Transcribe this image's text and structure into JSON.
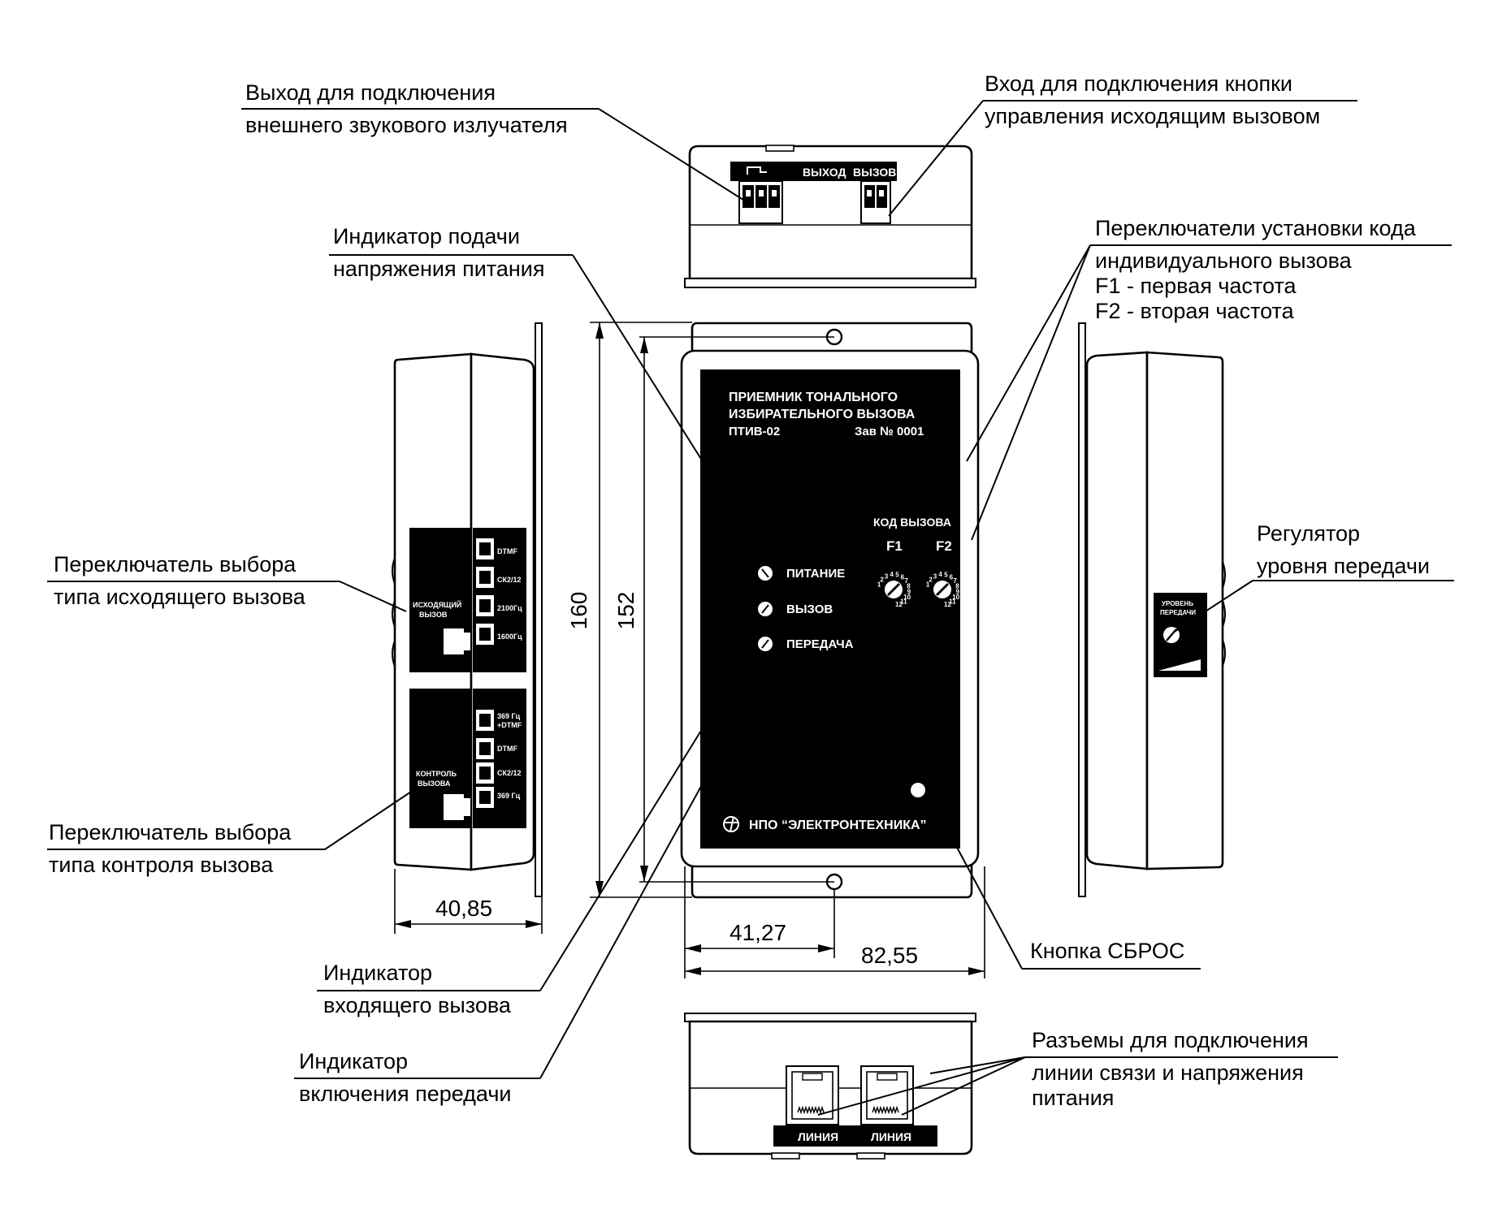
{
  "callouts": {
    "output_line1": "Выход для подключения",
    "output_line2": "внешнего звукового излучателя",
    "input_line1": "Вход для подключения кнопки",
    "input_line2": "управления исходящим вызовом",
    "power_ind_line1": "Индикатор подачи",
    "power_ind_line2": "напряжения питания",
    "code_sw_line1": "Переключатели установки кода",
    "code_sw_line2": "индивидуального вызова",
    "code_sw_line3": "F1 - первая частота",
    "code_sw_line4": "F2 - вторая частота",
    "out_type_line1": "Переключатель выбора",
    "out_type_line2": "типа исходящего вызова",
    "level_line1": "Регулятор",
    "level_line2": "уровня передачи",
    "ctrl_type_line1": "Переключатель выбора",
    "ctrl_type_line2": "типа контроля вызова",
    "reset": "Кнопка СБРОС",
    "in_ind_line1": "Индикатор",
    "in_ind_line2": "входящего вызова",
    "tx_ind_line1": "Индикатор",
    "tx_ind_line2": "включения передачи",
    "jacks_line1": "Разъемы для подключения",
    "jacks_line2": "линии связи и напряжения",
    "jacks_line3": "питания"
  },
  "dimensions": {
    "height_outer": "160",
    "height_inner": "152",
    "side_width": "40,85",
    "half_width": "41,27",
    "full_width": "82,55"
  },
  "front_panel": {
    "title1": "ПРИЕМНИК  ТОНАЛЬНОГО",
    "title2": "ИЗБИРАТЕЛЬНОГО ВЫЗОВА",
    "model": "ПТИВ-02",
    "serial": "Зав № 0001",
    "code_label": "КОД ВЫЗОВА",
    "f1": "F1",
    "f2": "F2",
    "led_power": "ПИТАНИЕ",
    "led_call": "ВЫЗОВ",
    "led_tx": "ПЕРЕДАЧА",
    "maker": "НПО “ЭЛЕКТРОНТЕХНИКА”",
    "dial_numbers": [
      "1",
      "2",
      "3",
      "4",
      "5",
      "6",
      "7",
      "8",
      "9",
      "10",
      "11",
      "12"
    ]
  },
  "top_view": {
    "out_label": "ВЫХОД",
    "call_label": "ВЫЗОВ"
  },
  "left_view": {
    "panel1_label1": "ИСХОДЯЩИЙ",
    "panel1_label2": "ВЫЗОВ",
    "panel1_opts": [
      "DTMF",
      "СК2/12",
      "2100Гц",
      "1600Гц"
    ],
    "panel2_label1": "КОНТРОЛЬ",
    "panel2_label2": "ВЫЗОВА",
    "panel2_opts": [
      "369 Гц",
      "+DTMF",
      "DTMF",
      "СК2/12",
      "369 Гц"
    ]
  },
  "right_view": {
    "level_label1": "УРОВЕНЬ",
    "level_label2": "ПЕРЕДАЧИ"
  },
  "bottom_view": {
    "jack1": "ЛИНИЯ",
    "jack2": "ЛИНИЯ"
  }
}
